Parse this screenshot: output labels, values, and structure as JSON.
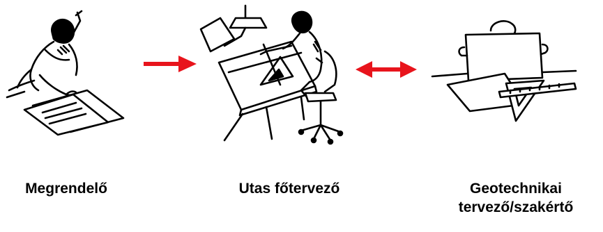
{
  "nodes": [
    {
      "id": "client",
      "label": "Megrendelő",
      "icon": "person-reading-document-icon"
    },
    {
      "id": "lead-designer",
      "label": "Utas főtervező",
      "icon": "designer-at-drafting-table-icon"
    },
    {
      "id": "geotech",
      "label_line1": "Geotechnikai",
      "label_line2": "tervező/szakértő",
      "icon": "person-reviewing-plan-icon"
    }
  ],
  "edges": [
    {
      "from": "client",
      "to": "lead-designer",
      "direction": "forward",
      "color": "#e8141c"
    },
    {
      "from": "lead-designer",
      "to": "geotech",
      "direction": "bidirectional",
      "color": "#e8141c"
    }
  ],
  "colors": {
    "arrow": "#e8141c",
    "ink": "#000000",
    "background": "#ffffff"
  }
}
